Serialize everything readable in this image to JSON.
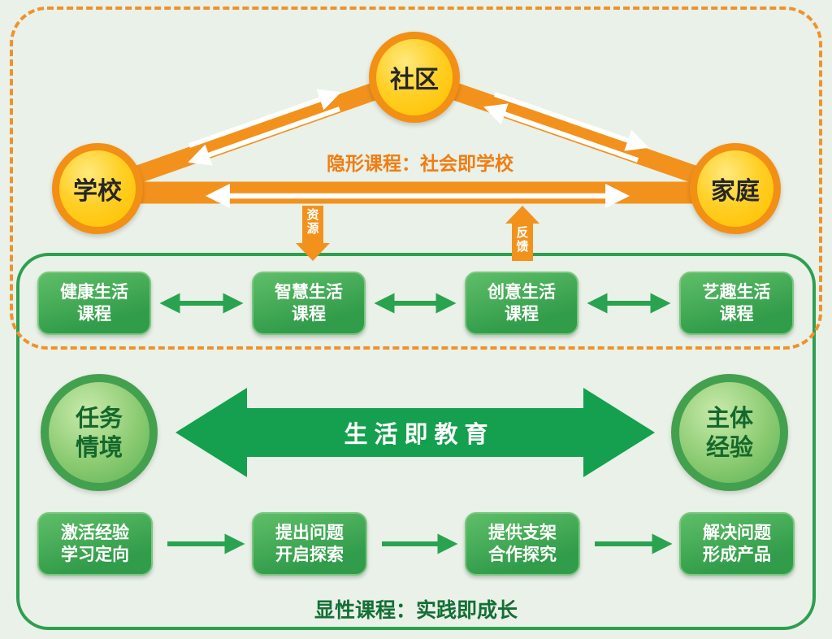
{
  "hidden_zone": {
    "nodes": {
      "community": "社区",
      "school": "学校",
      "family": "家庭"
    },
    "caption": "隐形课程：社会即学校",
    "resource_arrow_label": "资源",
    "feedback_arrow_label": "反馈",
    "courses": [
      {
        "label": "健康生活\n课程"
      },
      {
        "label": "智慧生活\n课程"
      },
      {
        "label": "创意生活\n课程"
      },
      {
        "label": "艺趣生活\n课程"
      }
    ]
  },
  "explicit_zone": {
    "left_circle": "任务\n情境",
    "right_circle": "主体\n经验",
    "main_arrow_label": "生活即教育",
    "steps": [
      {
        "label": "激活经验\n学习定向"
      },
      {
        "label": "提出问题\n开启探索"
      },
      {
        "label": "提供支架\n合作探究"
      },
      {
        "label": "解决问题\n形成产品"
      }
    ],
    "caption": "显性课程：实践即成长"
  },
  "colors": {
    "background": "#E9F1E8",
    "orange": "#F2921D",
    "orange_caption": "#F07D12",
    "yellow_node": "#FFC50A",
    "green_box": "#319C4A",
    "green_connector": "#2AA351",
    "big_arrow_green": "#14A04E",
    "dark_green_caption": "#136F34"
  }
}
